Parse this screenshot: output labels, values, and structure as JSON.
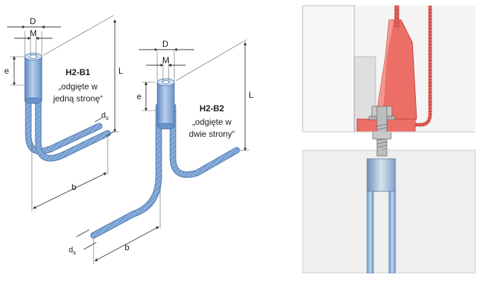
{
  "left_diagram": {
    "dims": {
      "D": "D",
      "M": "M",
      "e": "e",
      "L": "L",
      "ds": "d",
      "ds_sub": "s",
      "b": "b"
    },
    "h2b1": {
      "title": "H2-B1",
      "desc_line1": "„odgięte w",
      "desc_line2": "jedną stronę“"
    },
    "h2b2": {
      "title": "H2-B2",
      "desc_line1": "„odgięte w",
      "desc_line2": "dwie strony“"
    }
  },
  "colors": {
    "bar": "#7fa6d4",
    "bar_dark": "#4e79b3",
    "bar_light": "#b9cfe9",
    "anchor_red": "#ec6e67",
    "anchor_light": "#f2a29c",
    "concrete_grey": "#e6e6e6",
    "wall_grey": "#f3f3f3"
  }
}
